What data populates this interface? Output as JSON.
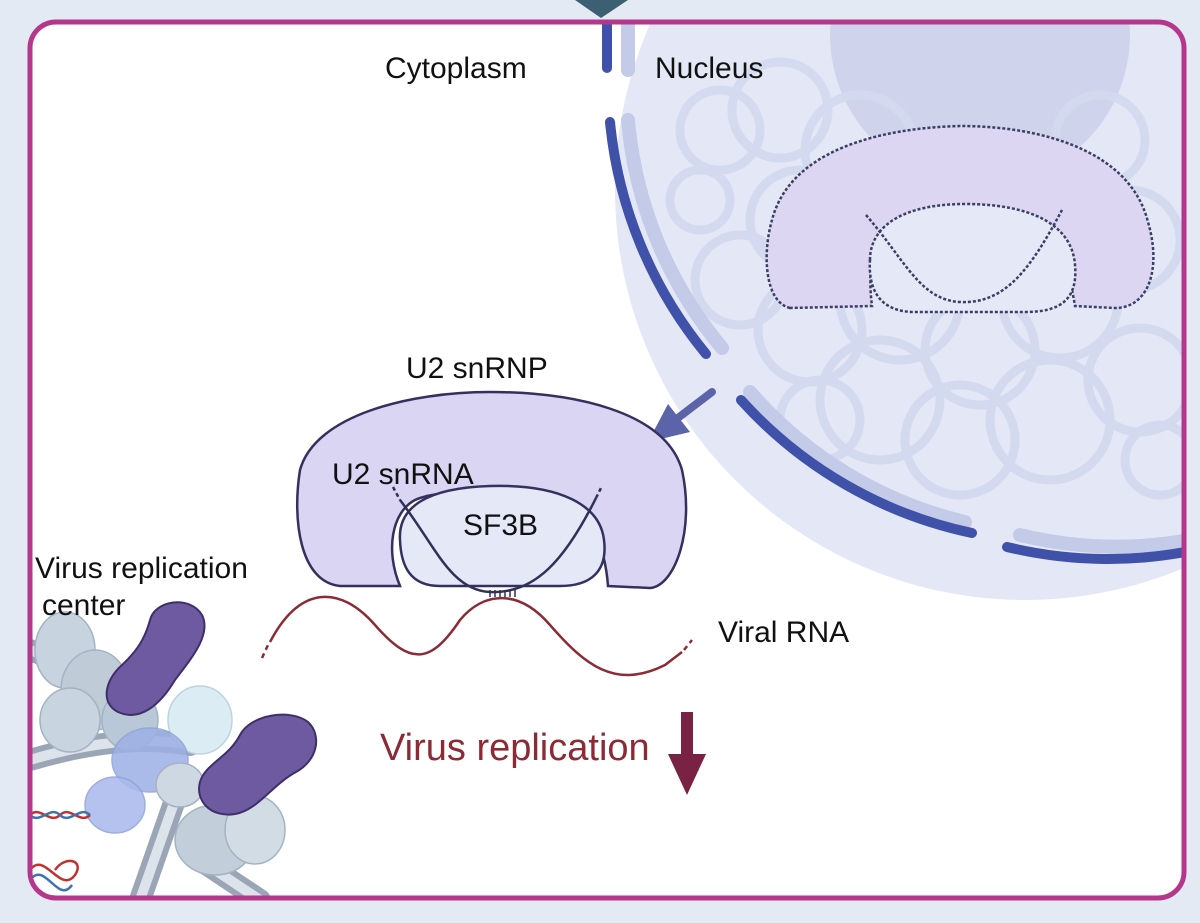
{
  "labels": {
    "cytoplasm": "Cytoplasm",
    "nucleus": "Nucleus",
    "u2_snrnp": "U2 snRNP",
    "u2_snrna": "U2 snRNA",
    "sf3b": "SF3B",
    "virus_replication_center_line1": "Virus replication",
    "virus_replication_center_line2": "center",
    "viral_rna": "Viral RNA",
    "virus_replication": "Virus replication"
  },
  "colors": {
    "page_background": "#e3eaf3",
    "cell_border": "#b5378c",
    "nucleus_fill": "#e4e8f6",
    "nuclear_envelope_outer": "#3f51a8",
    "nuclear_envelope_inner": "#c4cbe8",
    "snrnp_fill": "#d9d5f3",
    "snrnp_stroke": "#36305e",
    "sf3b_fill": "#e4e8f7",
    "viral_rna": "#8c2b36",
    "decrease_text": "#8c2b36",
    "decrease_arrow": "#7a2244",
    "import_arrow": "#5b64a8",
    "viral_protein": "#6e5aa0",
    "host_protein": "#b9c8d6"
  },
  "icons": {
    "import_arrow": "arrow-down-left-icon",
    "decrease_arrow": "arrow-down-icon",
    "top_marker": "triangle-down-icon"
  }
}
